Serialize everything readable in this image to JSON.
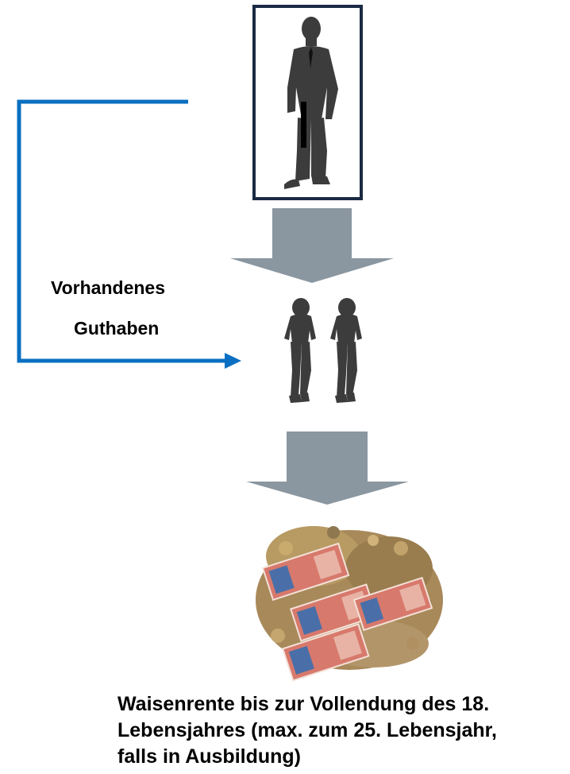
{
  "flow_arrow": {
    "label_line_1": "Vorhandenes",
    "label_line_2": "Guthaben"
  },
  "caption": {
    "lines": [
      "Waisenrente bis zur Vollendung des 18.",
      "Lebensjahres (max. zum 25. Lebensjahr,",
      "falls in Ausbildung)"
    ]
  },
  "colors": {
    "frame": "#1b2a44",
    "flow_arrow": "#0a6fc2",
    "down_arrows": "#8a96a0",
    "silhouettes": "#3c3c3c",
    "banknotes": "#d7796c",
    "coins": "#a8895a"
  },
  "icons": {
    "deceased": "man-silhouette-icon",
    "orphans": "child-silhouette-icon",
    "pension": "money-pile-icon"
  }
}
